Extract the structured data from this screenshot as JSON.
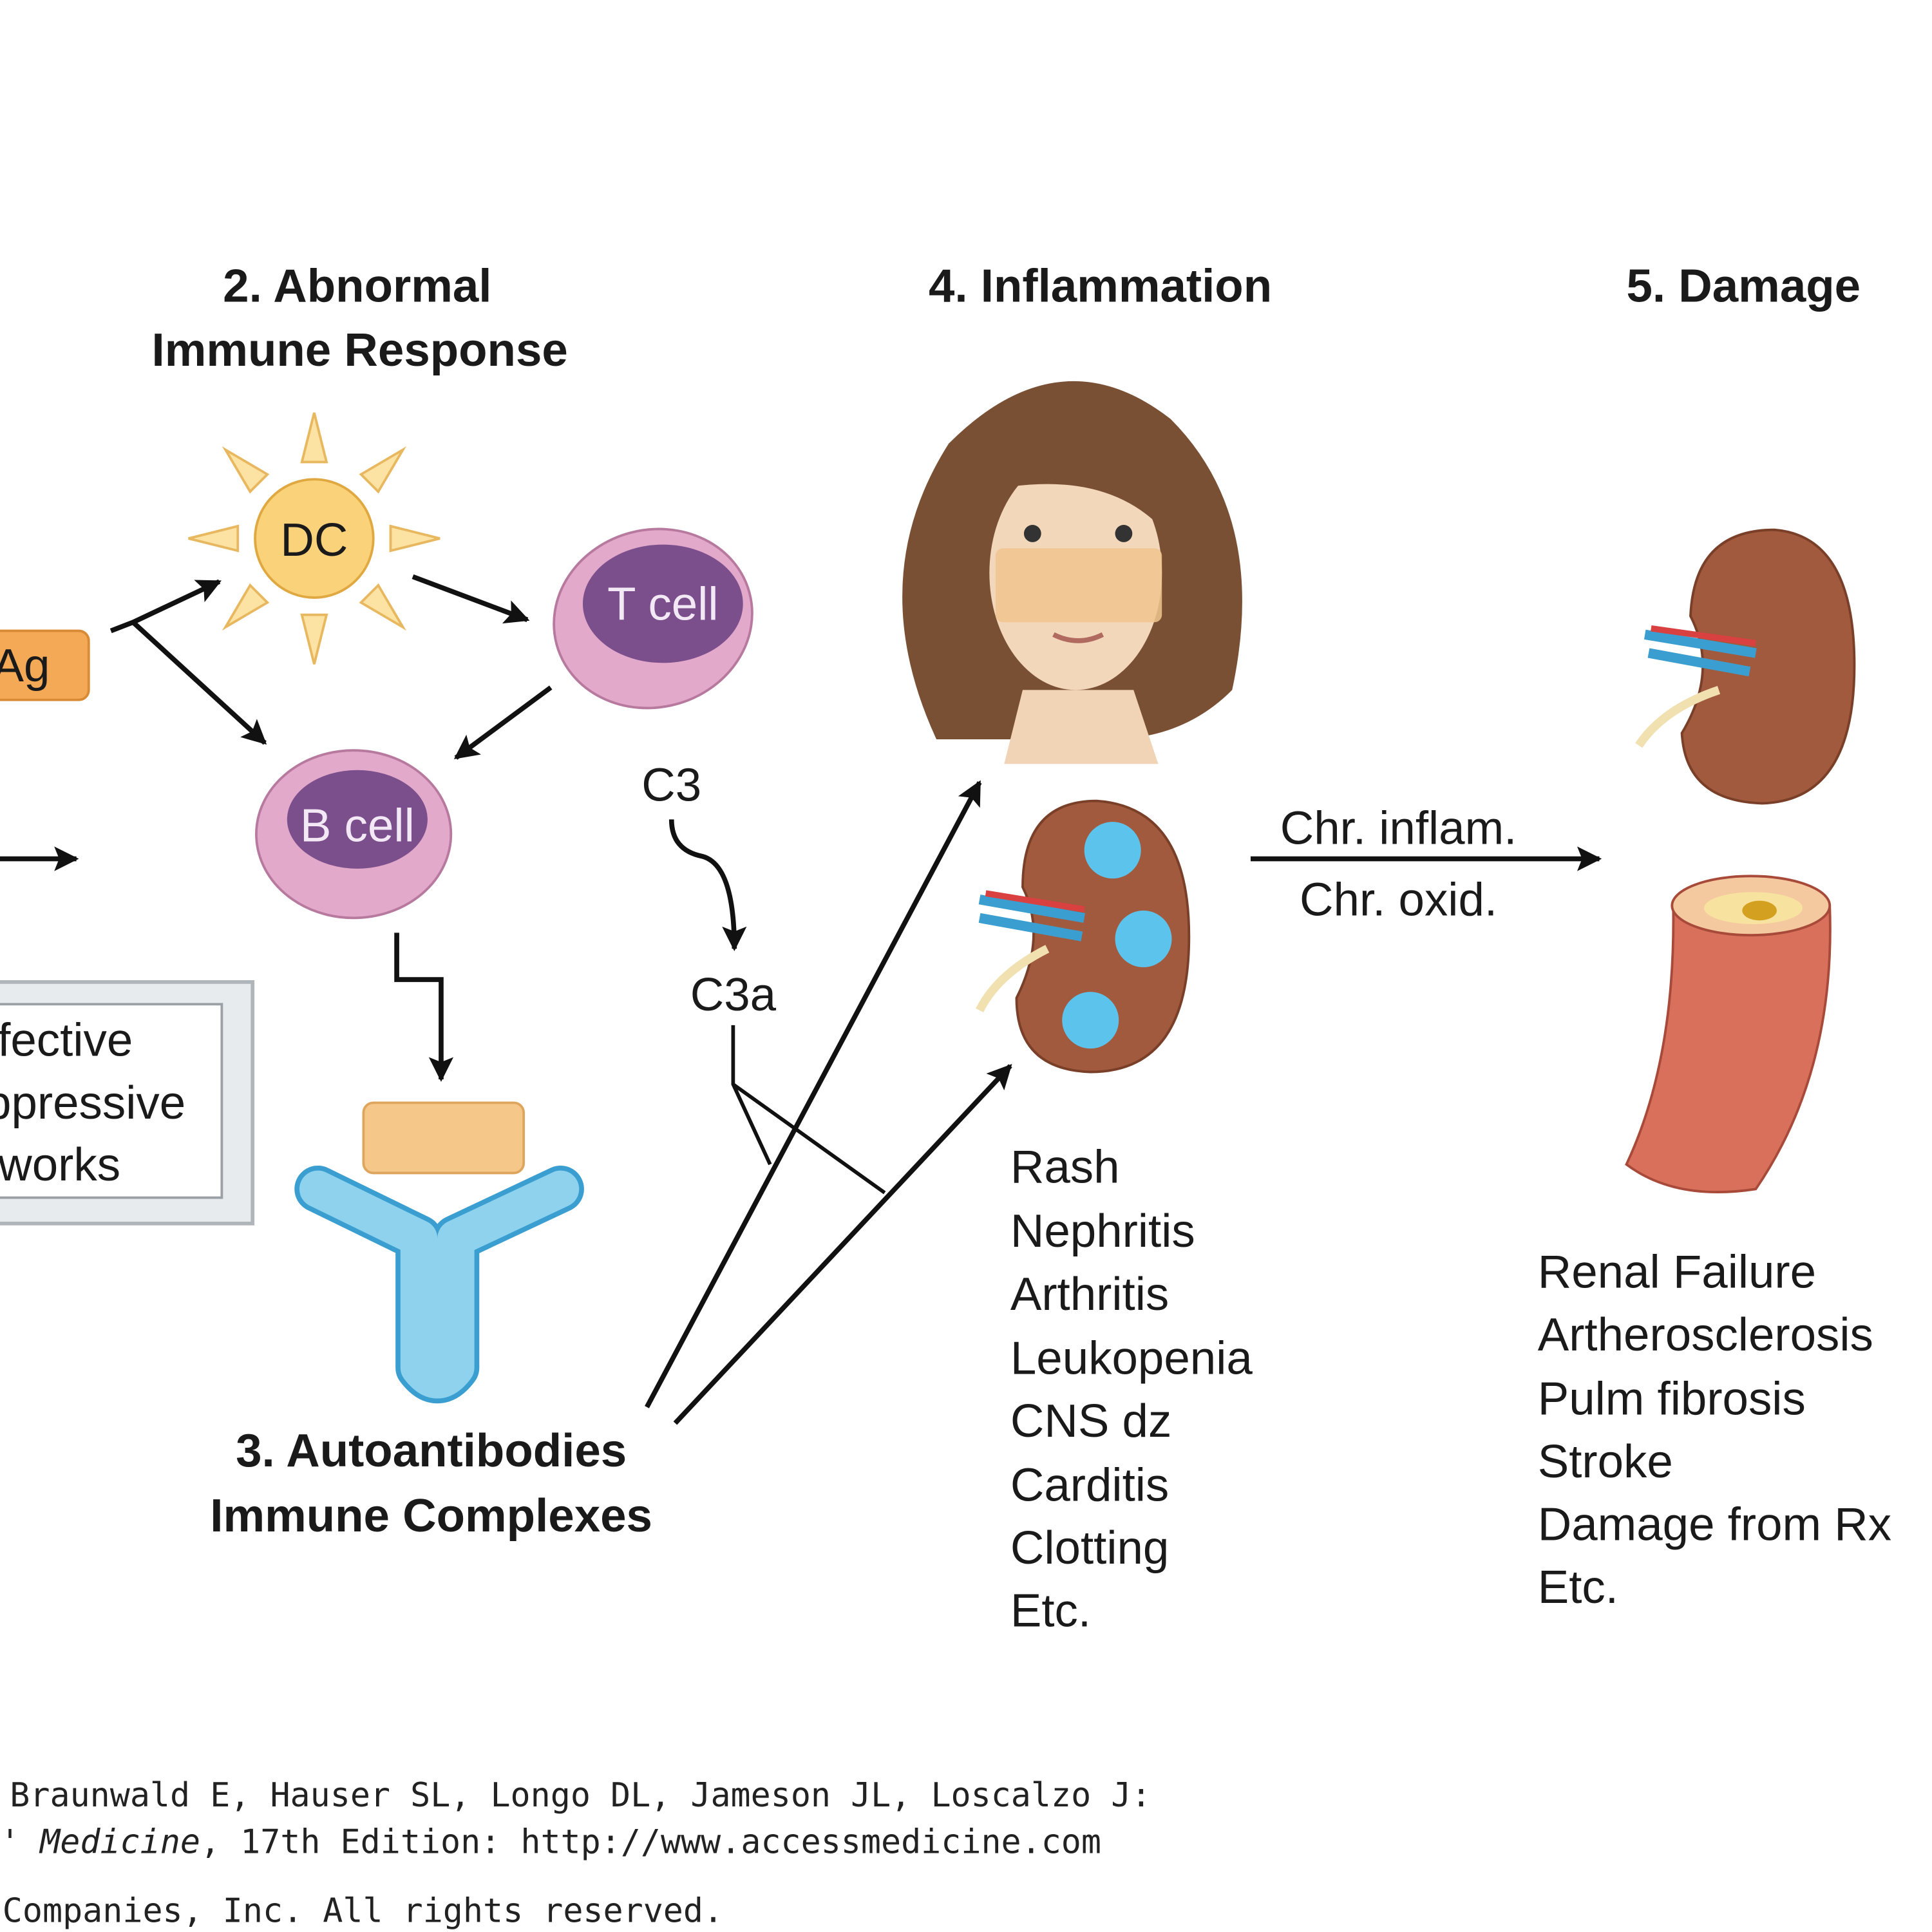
{
  "headings": {
    "step2_line1": "2. Abnormal",
    "step2_line2": "Immune Response",
    "step3_line1": "3. Autoantibodies",
    "step3_line2": "Immune Complexes",
    "step4": "4. Inflammation",
    "step5": "5. Damage"
  },
  "cells": {
    "antigen": "Ag",
    "dendritic": "DC",
    "t_cell": "T cell",
    "b_cell": "B cell"
  },
  "complement": {
    "c3": "C3",
    "c3a": "C3a"
  },
  "regulation_box": [
    "fective",
    "ppressive",
    "tworks"
  ],
  "transition": {
    "top": "Chr. inflam.",
    "bottom": "Chr. oxid."
  },
  "inflammation_list": [
    "Rash",
    "Nephritis",
    "Arthritis",
    "Leukopenia",
    "CNS dz",
    "Carditis",
    "Clotting",
    "Etc."
  ],
  "damage_list": [
    "Renal Failure",
    "Artherosclerosis",
    "Pulm fibrosis",
    "Stroke",
    "Damage from Rx",
    "Etc."
  ],
  "footer": {
    "line1": "Braunwald E, Hauser SL, Longo DL, Jameson JL, Loscalzo J:",
    "line2_prefix": "' ",
    "line2_italic": "Medicine",
    "line2_rest": ", 17th Edition: http://www.accessmedicine.com",
    "line3": "Companies, Inc. All rights reserved."
  },
  "colors": {
    "antigen": "#f3a955",
    "dc": "#f9d27a",
    "cell_pink": "#e3a9cb",
    "nucleus": "#7a4f8c",
    "antibody": "#7cc8e8",
    "kidney": "#a15a3d",
    "artery": "#d9705c"
  }
}
